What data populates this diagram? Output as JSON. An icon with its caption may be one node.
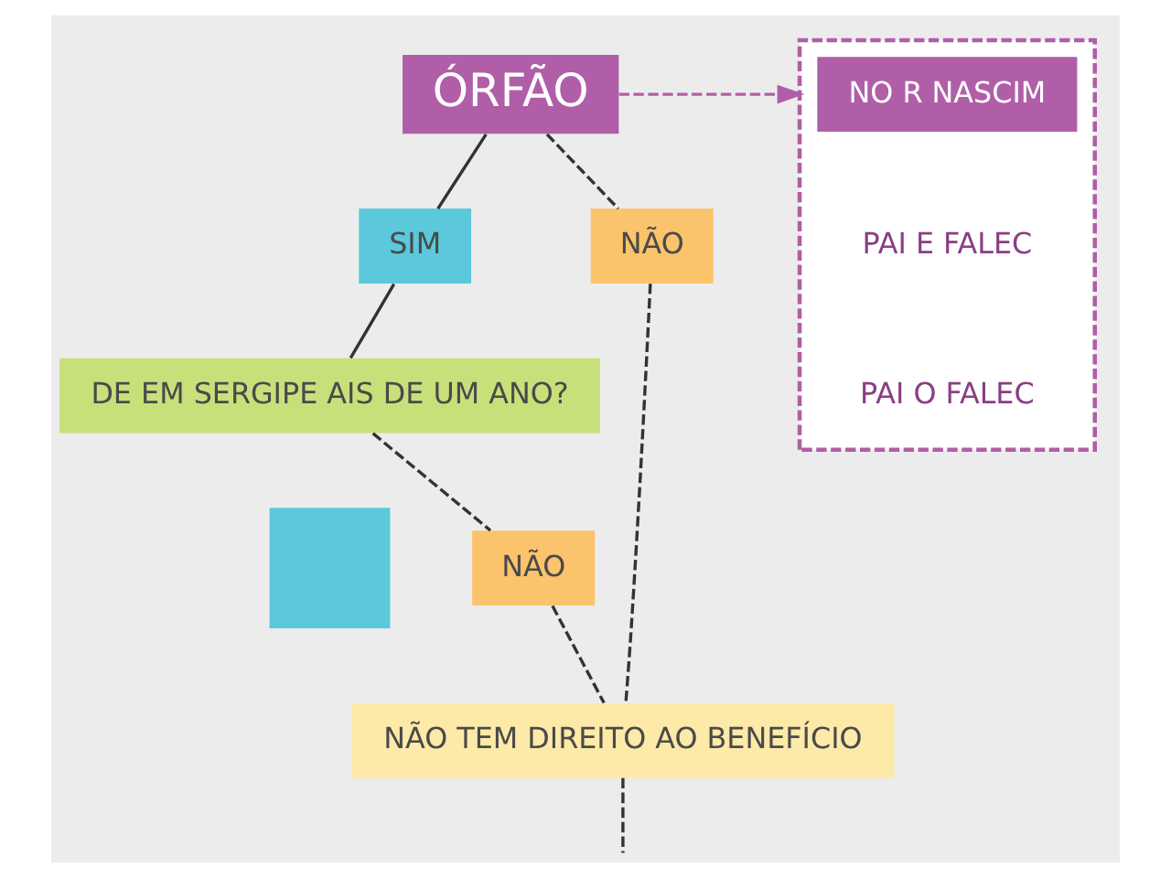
{
  "diagram": {
    "nodes": [
      {
        "text": [
          "ÓRFÃO"
        ]
      },
      {
        "text": [],
        "shape": "box"
      },
      {
        "text": [
          "NO R NASCIM"
        ],
        "in": 1
      },
      {
        "text": [
          "PAI E FALEC"
        ],
        "in": 1
      },
      {
        "text": [
          "PAI O FALEC"
        ],
        "in": 1
      },
      {
        "text": [
          "SIM"
        ]
      },
      {
        "text": [
          "NÃO"
        ]
      },
      {
        "text": [
          "DE EM SERGIPE AIS DE UM ANO?"
        ]
      },
      {
        "text": [
          "NÃO TEM DIREITO AO BENEFÍCIO"
        ]
      },
      {
        "text": [],
        "shape": "box"
      },
      {
        "text": [
          "NÃO"
        ]
      }
    ],
    "edges": [
      {
        "from": 0,
        "to": 2,
        "arrow": "to",
        "style": "dashed",
        "color": "#b05ea8"
      },
      {
        "from": 0,
        "to": 5,
        "arrow": "none"
      },
      {
        "from": 0,
        "to": 6,
        "arrow": "none",
        "style": "dashed"
      },
      {
        "from": 5,
        "to": 7,
        "arrow": "none"
      },
      {
        "from": 6,
        "to": 8,
        "arrow": "none",
        "style": "dashed"
      },
      {
        "from": 7,
        "to": 10,
        "arrow": "none",
        "style": "dashed"
      },
      {
        "from": 10,
        "to": 8,
        "arrow": "none",
        "style": "dashed"
      },
      {
        "from": 8,
        "to": null,
        "arrow": "none",
        "style": "dashed"
      }
    ]
  }
}
